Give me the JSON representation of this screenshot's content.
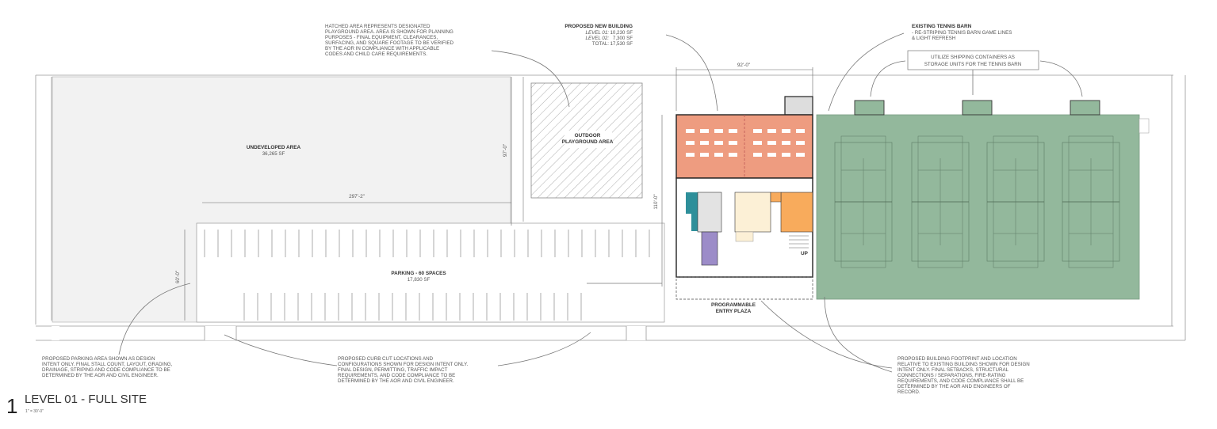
{
  "drawing": {
    "number": "1",
    "title": "LEVEL 01 - FULL SITE",
    "scale": "1\" = 30'-0\""
  },
  "areas": {
    "undeveloped": {
      "name": "UNDEVELOPED AREA",
      "area": "36,265 SF"
    },
    "playground": {
      "line1": "OUTDOOR",
      "line2": "PLAYGROUND AREA"
    },
    "parking": {
      "name": "PARKING - 60 SPACES",
      "area": "17,830 SF"
    },
    "plaza": {
      "line1": "PROGRAMMABLE",
      "line2": "ENTRY PLAZA"
    },
    "stair_label": "UP"
  },
  "dimensions": {
    "building_width": "92'-0\"",
    "building_depth": "110'-0\"",
    "undeveloped_depth": "97'-0\"",
    "parking_length": "297'-2\"",
    "parking_depth": "60'-0\""
  },
  "proposed_building": {
    "title": "PROPOSED NEW BUILDING",
    "level01_label": "LEVEL 01:",
    "level01_value": "10,230 SF",
    "level02_label": "LEVEL 02:",
    "level02_value": "7,300 SF",
    "total_label": "TOTAL:",
    "total_value": "17,530 SF"
  },
  "tennis_barn": {
    "title": "EXISTING TENNIS BARN",
    "line1": "- RE-STRIPING TENNIS BARN GAME LINES",
    "line2": "& LIGHT REFRESH",
    "callout_line1": "UTILIZE SHIPPING CONTAINERS AS",
    "callout_line2": "STORAGE UNITS FOR THE TENNIS BARN"
  },
  "notes": {
    "playground": [
      "HATCHED AREA REPRESENTS DESIGNATED",
      "PLAYGROUND AREA. AREA IS SHOWN FOR PLANNING",
      "PURPOSES - FINAL EQUIPMENT, CLEARANCES,",
      "SURFACING, AND SQUARE FOOTAGE TO BE VERIFIED",
      "BY THE AOR IN COMPLIANCE WITH APPLICABLE",
      "CODES AND CHILD CARE REQUIREMENTS."
    ],
    "parking": [
      "PROPOSED PARKING AREA SHOWN AS DESIGN",
      "INTENT ONLY. FINAL STALL COUNT, LAYOUT, GRADING,",
      "DRAINAGE, STRIPING AND CODE COMPLIANCE TO BE",
      "DETERMINED BY THE AOR AND CIVIL ENGINEER."
    ],
    "curb_cut": [
      "PROPOSED CURB CUT LOCATIONS AND",
      "CONFIGURATIONS SHOWN FOR DESIGN INTENT ONLY.",
      "FINAL DESIGN, PERMITTING, TRAFFIC IMPACT",
      "REQUIREMENTS, AND CODE COMPLIANCE TO BE",
      "DETERMINED BY THE AOR AND CIVIL ENGINEER."
    ],
    "building_footprint": [
      "PROPOSED BUILDING FOOTPRINT AND LOCATION",
      "RELATIVE TO EXISTING BUILDING SHOWN FOR DESIGN",
      "INTENT ONLY. FINAL SETBACKS, STRUCTURAL",
      "CONNECTIONS / SEPARATIONS, FIRE-RATING",
      "REQUIREMENTS, AND CODE COMPLIANCE SHALL BE",
      "DETERMINED BY THE AOR AND ENGINEERS OF",
      "RECORD."
    ]
  },
  "colors": {
    "classroom": "#ee9c80",
    "tennis": "#93b89c",
    "undeveloped": "#f2f2f2",
    "teal": "#2e8f9a",
    "cream": "#fcf0d6",
    "orange": "#f8ab5c",
    "purple": "#9c8cc8"
  }
}
